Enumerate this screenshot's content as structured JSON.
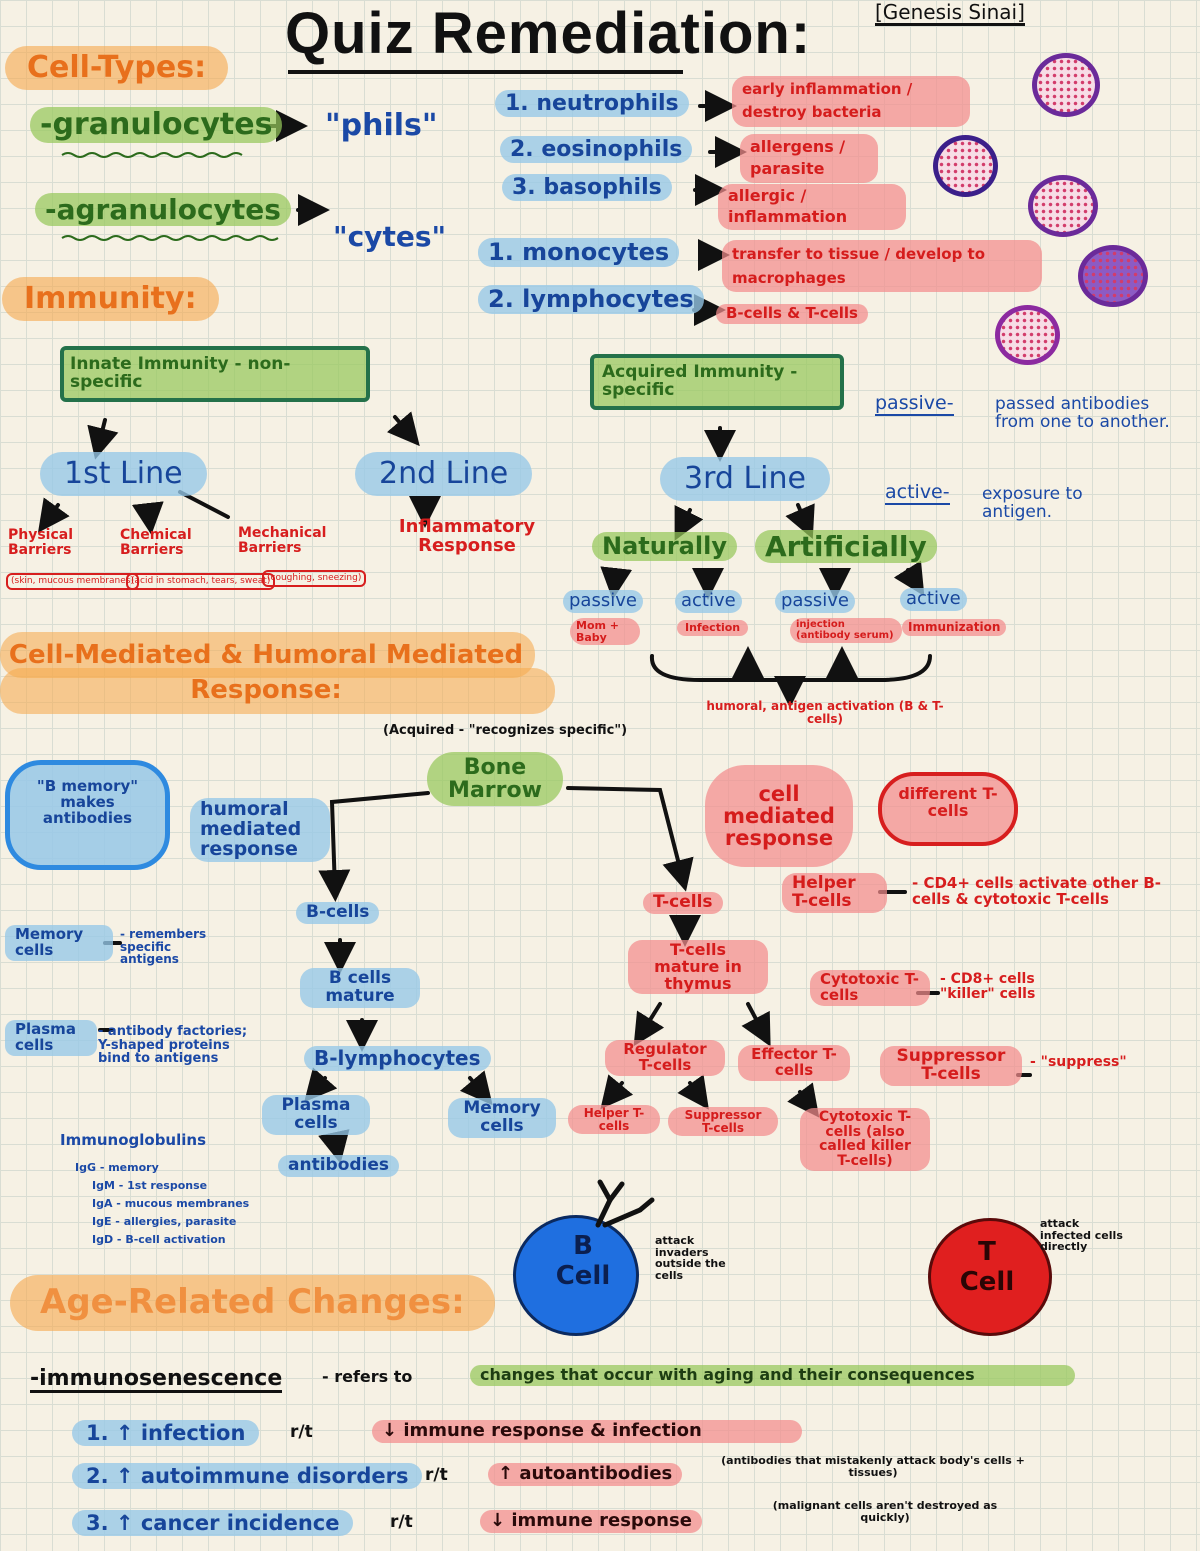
{
  "header": {
    "title": "Quiz Remediation:",
    "author": "[Genesis Sinai]"
  },
  "cell_types": {
    "heading": "Cell-Types:",
    "granulocytes": "-granulocytes",
    "phils": "\"phils\"",
    "agranulocytes": "-agranulocytes",
    "cytes": "\"cytes\"",
    "items": [
      {
        "label": "1. neutrophils",
        "desc": "early inflammation / destroy bacteria"
      },
      {
        "label": "2. eosinophils",
        "desc": "allergens / parasite"
      },
      {
        "label": "3. basophils",
        "desc": "allergic / inflammation"
      },
      {
        "label": "1. monocytes",
        "desc": "transfer to tissue / develop to macrophages"
      },
      {
        "label": "2. lymphocytes",
        "desc": "B-cells & T-cells"
      }
    ]
  },
  "immunity": {
    "heading": "Immunity:",
    "innate_box": "Innate Immunity - non-specific",
    "acquired_box": "Acquired Immunity - specific",
    "line1": "1st Line",
    "line2": "2nd Line",
    "line3": "3rd Line",
    "physical": "Physical Barriers",
    "physical_sub": "(skin, mucous membranes)",
    "chemical": "Chemical Barriers",
    "chemical_sub": "(acid in stomach, tears, sweat)",
    "mechanical": "Mechanical Barriers",
    "mechanical_sub": "(coughing, sneezing)",
    "inflammatory": "Inflammatory Response",
    "passive_note_label": "passive-",
    "passive_note_text": "passed antibodies from one to another.",
    "active_note_label": "active-",
    "active_note_text": "exposure to antigen.",
    "naturally": "Naturally",
    "artificially": "Artificially",
    "passive": "passive",
    "active": "active",
    "mom_baby": "Mom + Baby",
    "infection": "Infection",
    "injection": "injection (antibody serum)",
    "immunization": "Immunization",
    "bottom_note": "humoral, antigen activation (B & T-cells)"
  },
  "response": {
    "heading": "Cell-Mediated & Humoral Mediated Response:",
    "acquired_note": "(Acquired - \"recognizes specific\")",
    "bone_marrow": "Bone Marrow",
    "b_memory": "\"B memory\" makes antibodies",
    "humoral": "humoral mediated response",
    "cell_mediated": "cell mediated response",
    "different_t": "different T-cells",
    "b_cells": "B-cells",
    "b_mature": "B cells mature",
    "b_lymph": "B-lymphocytes",
    "plasma": "Plasma cells",
    "memory": "Memory cells",
    "antibodies": "antibodies",
    "memory_def_label": "Memory cells",
    "memory_def_text": "- remembers specific antigens",
    "plasma_def_label": "Plasma cells",
    "plasma_def_text": "- antibody factories; Y-shaped proteins bind to antigens",
    "immunoglobulins": "Immunoglobulins",
    "ig_list": [
      "IgG - memory",
      "IgM - 1st response",
      "IgA - mucous membranes",
      "IgE - allergies, parasite",
      "IgD - B-cell activation"
    ],
    "t_cells": "T-cells",
    "t_thymus": "T-cells mature in thymus",
    "regulator": "Regulator T-cells",
    "effector": "Effector T-cells",
    "helper_t": "Helper T-cells",
    "suppressor_t": "Suppressor T-cells",
    "cytotoxic": "Cytotoxic T-cells (also called killer T-cells)",
    "helper_label": "Helper T-cells",
    "helper_text": "- CD4+ cells activate other B-cells & cytotoxic T-cells",
    "cytotoxic_label": "Cytotoxic T-cells",
    "cytotoxic_text": "- CD8+ cells \"killer\" cells",
    "suppressor_label": "Suppressor T-cells",
    "suppressor_text": "- \"suppress\"",
    "b_cell_img_text": "B Cell",
    "b_cell_note": "attack invaders outside the cells",
    "t_cell_img_text": "T Cell",
    "t_cell_note": "attack infected cells directly"
  },
  "age": {
    "heading": "Age-Related Changes:",
    "immunosenescence": "-immunosenescence",
    "def_lead": "- refers to",
    "def_text": "changes that occur with aging and their consequences",
    "rows": [
      {
        "num": "1.",
        "arrow": "↑",
        "left": "infection",
        "rf": "r/t",
        "right": "↓ immune response & infection",
        "note": ""
      },
      {
        "num": "2.",
        "arrow": "↑",
        "left": "autoimmune disorders",
        "rf": "r/t",
        "right": "↑ autoantibodies",
        "note": "(antibodies that mistakenly attack body's cells + tissues)"
      },
      {
        "num": "3.",
        "arrow": "↑",
        "left": "cancer incidence",
        "rf": "r/t",
        "right": "↓ immune response",
        "note": "(malignant cells aren't destroyed as quickly)"
      }
    ]
  },
  "colors": {
    "orange": "#f6aa50",
    "green": "#96c85a",
    "blue": "#96c8e8",
    "red": "#f38c8c",
    "b_cell": "#1f6fe0",
    "t_cell": "#e01f1f",
    "cell_purple": "#6b2a9a"
  }
}
